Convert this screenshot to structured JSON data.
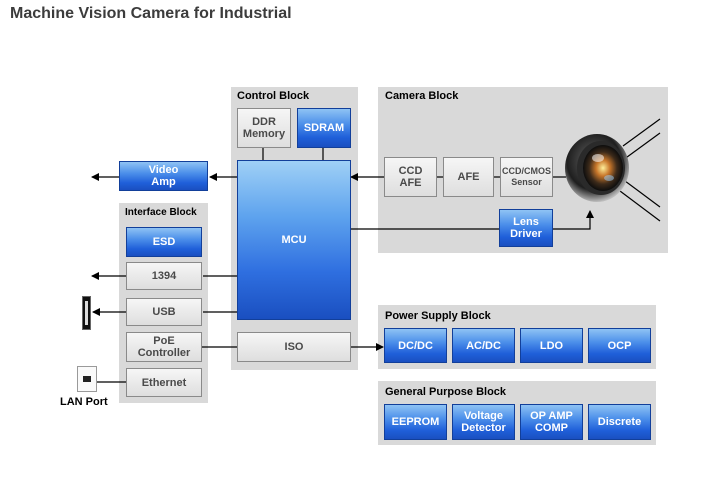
{
  "title": "Machine Vision Camera for Industrial",
  "panels": {
    "control": "Control Block",
    "camera": "Camera Block",
    "interface": "Interface Block",
    "power": "Power Supply Block",
    "general": "General Purpose Block"
  },
  "blocks": {
    "ddr_memory": "DDR\nMemory",
    "sdram": "SDRAM",
    "mcu": "MCU",
    "iso": "ISO",
    "video_amp": "Video\nAmp",
    "ccd_afe": "CCD\nAFE",
    "afe": "AFE",
    "sensor": "CCD/CMOS\nSensor",
    "lens_driver": "Lens\nDriver",
    "esd": "ESD",
    "ieee1394": "1394",
    "usb": "USB",
    "poe_controller": "PoE\nController",
    "ethernet": "Ethernet",
    "dcdc": "DC/DC",
    "acdc": "AC/DC",
    "ldo": "LDO",
    "ocp": "OCP",
    "eeprom": "EEPROM",
    "voltage_detector": "Voltage\nDetector",
    "op_amp_comp": "OP AMP\nCOMP",
    "discrete": "Discrete"
  },
  "lan_port": "LAN Port",
  "colors": {
    "block_blue": "#1f5fd9",
    "panel_gray": "#d9d9d9",
    "block_gray": "#e6e6e6"
  }
}
